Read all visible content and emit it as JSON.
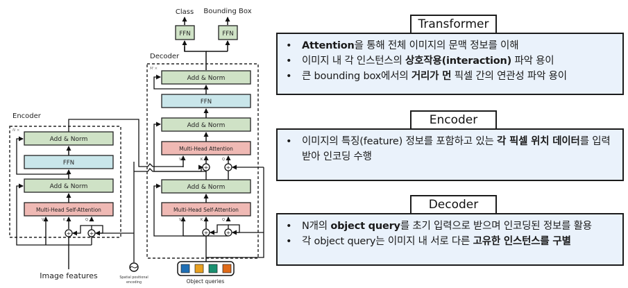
{
  "diagram": {
    "outputs": {
      "class_label": "Class",
      "bbox_label": "Bounding Box",
      "ffn_label": "FFN"
    },
    "encoder": {
      "title": "Encoder",
      "repeat": "N ×",
      "blocks": [
        "Add & Norm",
        "FFN",
        "Add & Norm",
        "Multi-Head  Self-Attention"
      ],
      "ports": [
        "V",
        "K",
        "Q"
      ],
      "input_label": "Image features"
    },
    "decoder": {
      "title": "Decoder",
      "repeat": "M ×",
      "blocks": [
        "Add & Norm",
        "FFN",
        "Add & Norm",
        "Multi-Head  Attention",
        "Add & Norm",
        "Multi-Head  Self-Attention"
      ],
      "ports": [
        "V",
        "K",
        "Q"
      ],
      "query_label": "Object queries",
      "query_colors": [
        "#1f6fb5",
        "#e8a020",
        "#1a9070",
        "#e06a18"
      ]
    },
    "pos_enc_label_1": "Spatial  positional",
    "pos_enc_label_2": "encoding",
    "colors": {
      "add_norm": "#cfe2c6",
      "ffn": "#c9e6ea",
      "attention": "#efb9b4"
    }
  },
  "panels": [
    {
      "title": "Transformer",
      "items": [
        [
          {
            "t": "Attention",
            "b": true
          },
          {
            "t": "을 통해 전체 이미지의 문맥 정보를 이해",
            "b": false
          }
        ],
        [
          {
            "t": "이미지 내 각 인스턴스의 ",
            "b": false
          },
          {
            "t": "상호작용(interaction)",
            "b": true
          },
          {
            "t": " 파악 용이",
            "b": false
          }
        ],
        [
          {
            "t": "큰 bounding box에서의 ",
            "b": false
          },
          {
            "t": "거리가 먼",
            "b": true
          },
          {
            "t": " 픽셀 간의 연관성 파악 용이",
            "b": false
          }
        ]
      ]
    },
    {
      "title": "Encoder",
      "items": [
        [
          {
            "t": "이미지의 특징(feature) 정보를 포함하고 있는 ",
            "b": false
          },
          {
            "t": "각 픽셀 위치 데이터",
            "b": true
          },
          {
            "t": "를 입력받아 인코딩 수행",
            "b": false
          }
        ]
      ]
    },
    {
      "title": "Decoder",
      "items": [
        [
          {
            "t": "N개의 ",
            "b": false
          },
          {
            "t": "object query",
            "b": true
          },
          {
            "t": "를 초기 입력으로 받으며 인코딩된 정보를 활용",
            "b": false
          }
        ],
        [
          {
            "t": "각 object query는 이미지 내 서로 다른 ",
            "b": false
          },
          {
            "t": "고유한 인스턴스를 구별",
            "b": true
          }
        ]
      ]
    }
  ]
}
